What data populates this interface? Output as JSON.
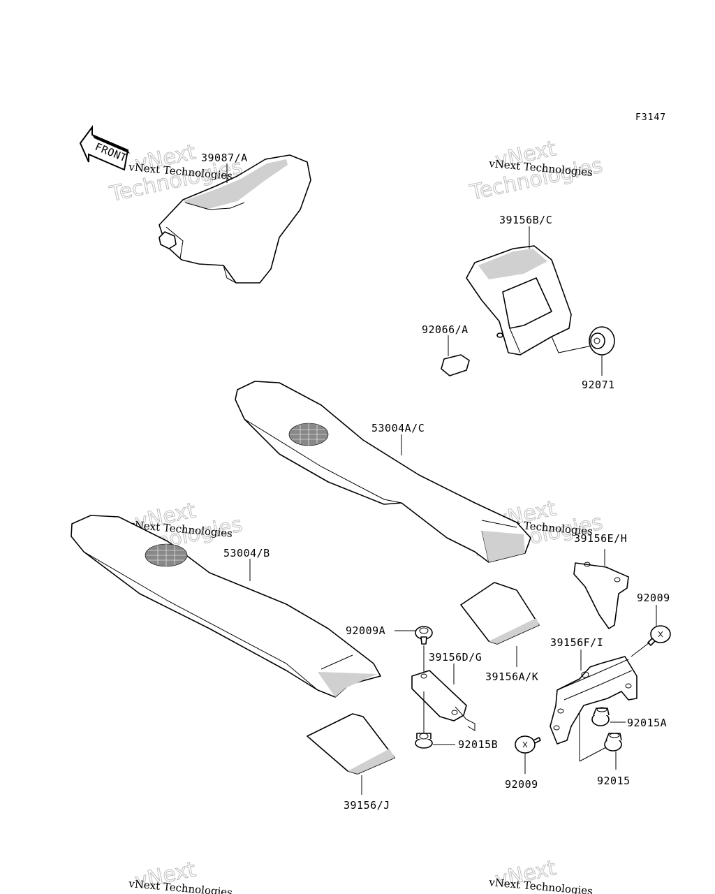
{
  "figure_code": "F3147",
  "front_arrow_label": "FRONT",
  "watermark": {
    "line1": "vNext",
    "line2": "Technologies",
    "small": "vNext Technologies"
  },
  "parts": {
    "p39087A": "39087/A",
    "p39156BC": "39156B/C",
    "p92066A": "92066/A",
    "p92071": "92071",
    "p53004AC": "53004A/C",
    "p53004B": "53004/B",
    "p39156EH": "39156E/H",
    "p92009_right": "92009",
    "p92009A": "92009A",
    "p39156DG": "39156D/G",
    "p39156AK": "39156A/K",
    "p39156FI": "39156F/I",
    "p92015A": "92015A",
    "p92015B": "92015B",
    "p92009_bottom": "92009",
    "p92015": "92015",
    "p39156J": "39156/J"
  }
}
